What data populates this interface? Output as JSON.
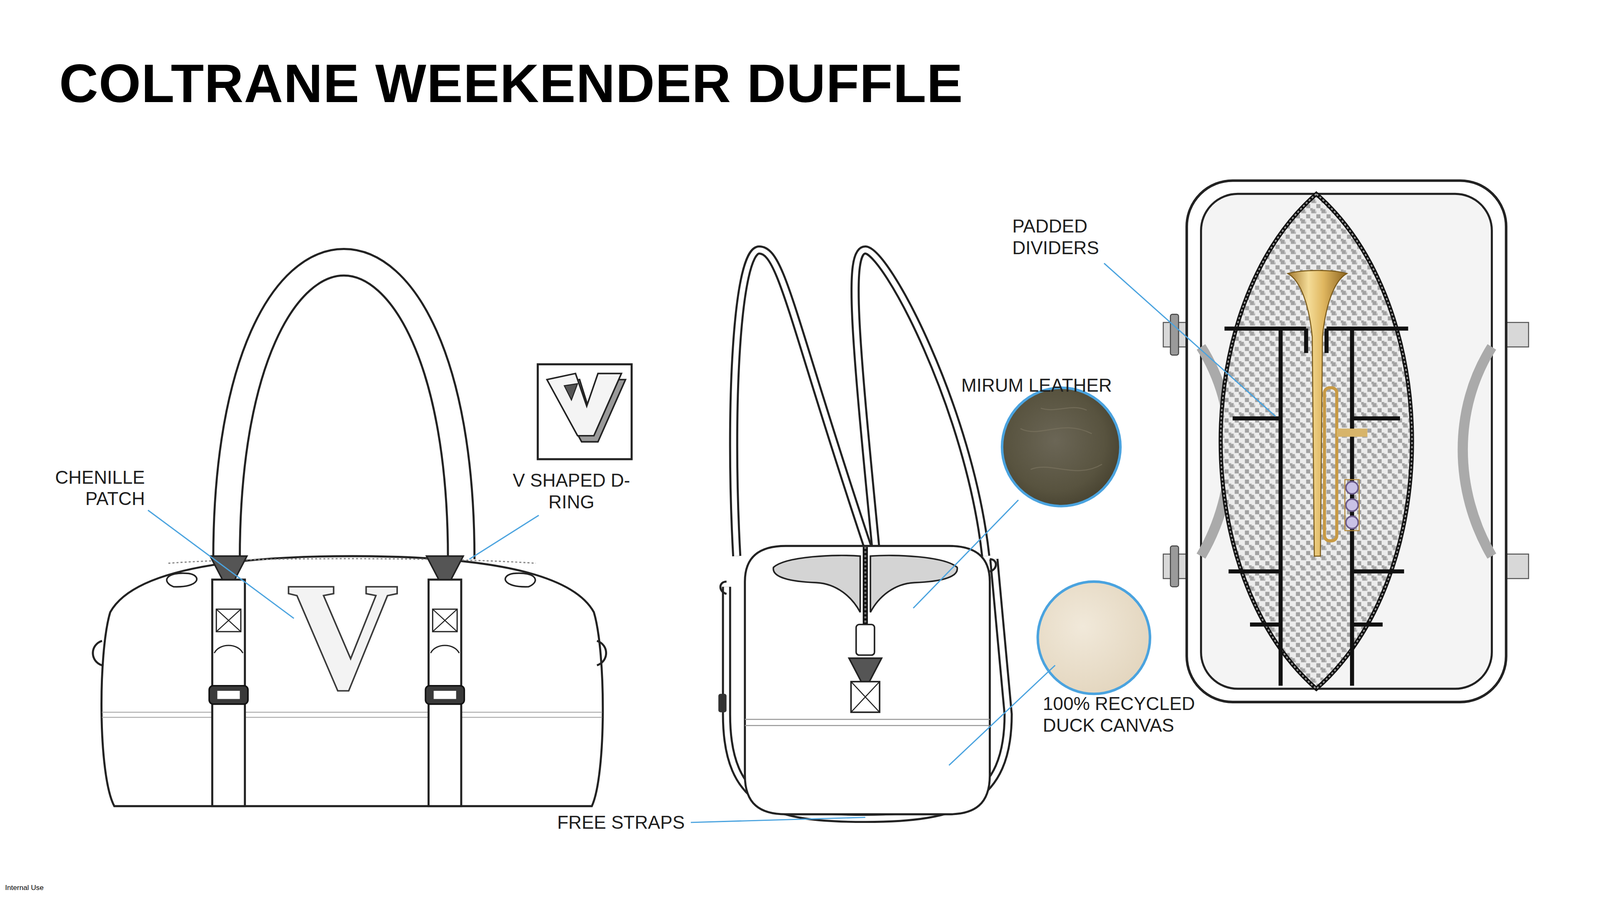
{
  "diagram": {
    "title": "COLTRANE WEEKENDER DUFFLE",
    "labels": [
      "CHENILLE PATCH",
      "V",
      "V SHAPED D-RING",
      "MIRUM LEATHER",
      "PADDED DIVIDERS",
      "100% RECYCLED DUCK CANVAS",
      "FREE STRAPS",
      "Internal Use"
    ]
  }
}
